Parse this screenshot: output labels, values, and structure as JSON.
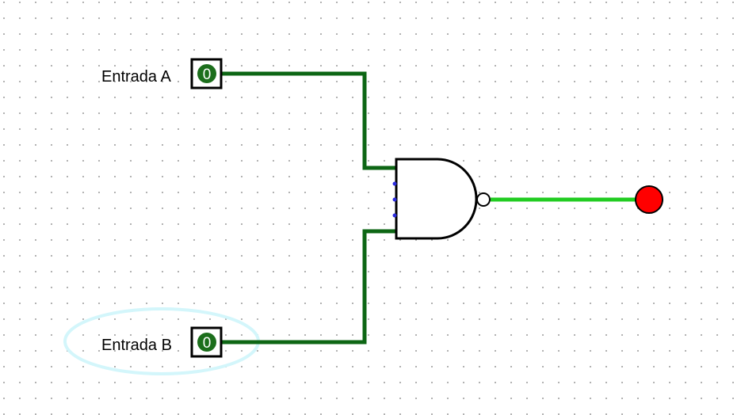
{
  "circuit": {
    "inputs": [
      {
        "label": "Entrada A",
        "value": "0"
      },
      {
        "label": "Entrada B",
        "value": "0"
      }
    ],
    "gate": {
      "type": "NAND"
    },
    "output": {
      "state": "off"
    }
  },
  "colors": {
    "wire_low": "#0d6614",
    "wire_out": "#22cc22",
    "pin_value_bg": "#1c6e1c",
    "output_led": "#ff0000",
    "selection_highlight": "#d3f6fb",
    "pin_dot": "#2b2bde",
    "grid_dot": "#9a9a9a"
  }
}
